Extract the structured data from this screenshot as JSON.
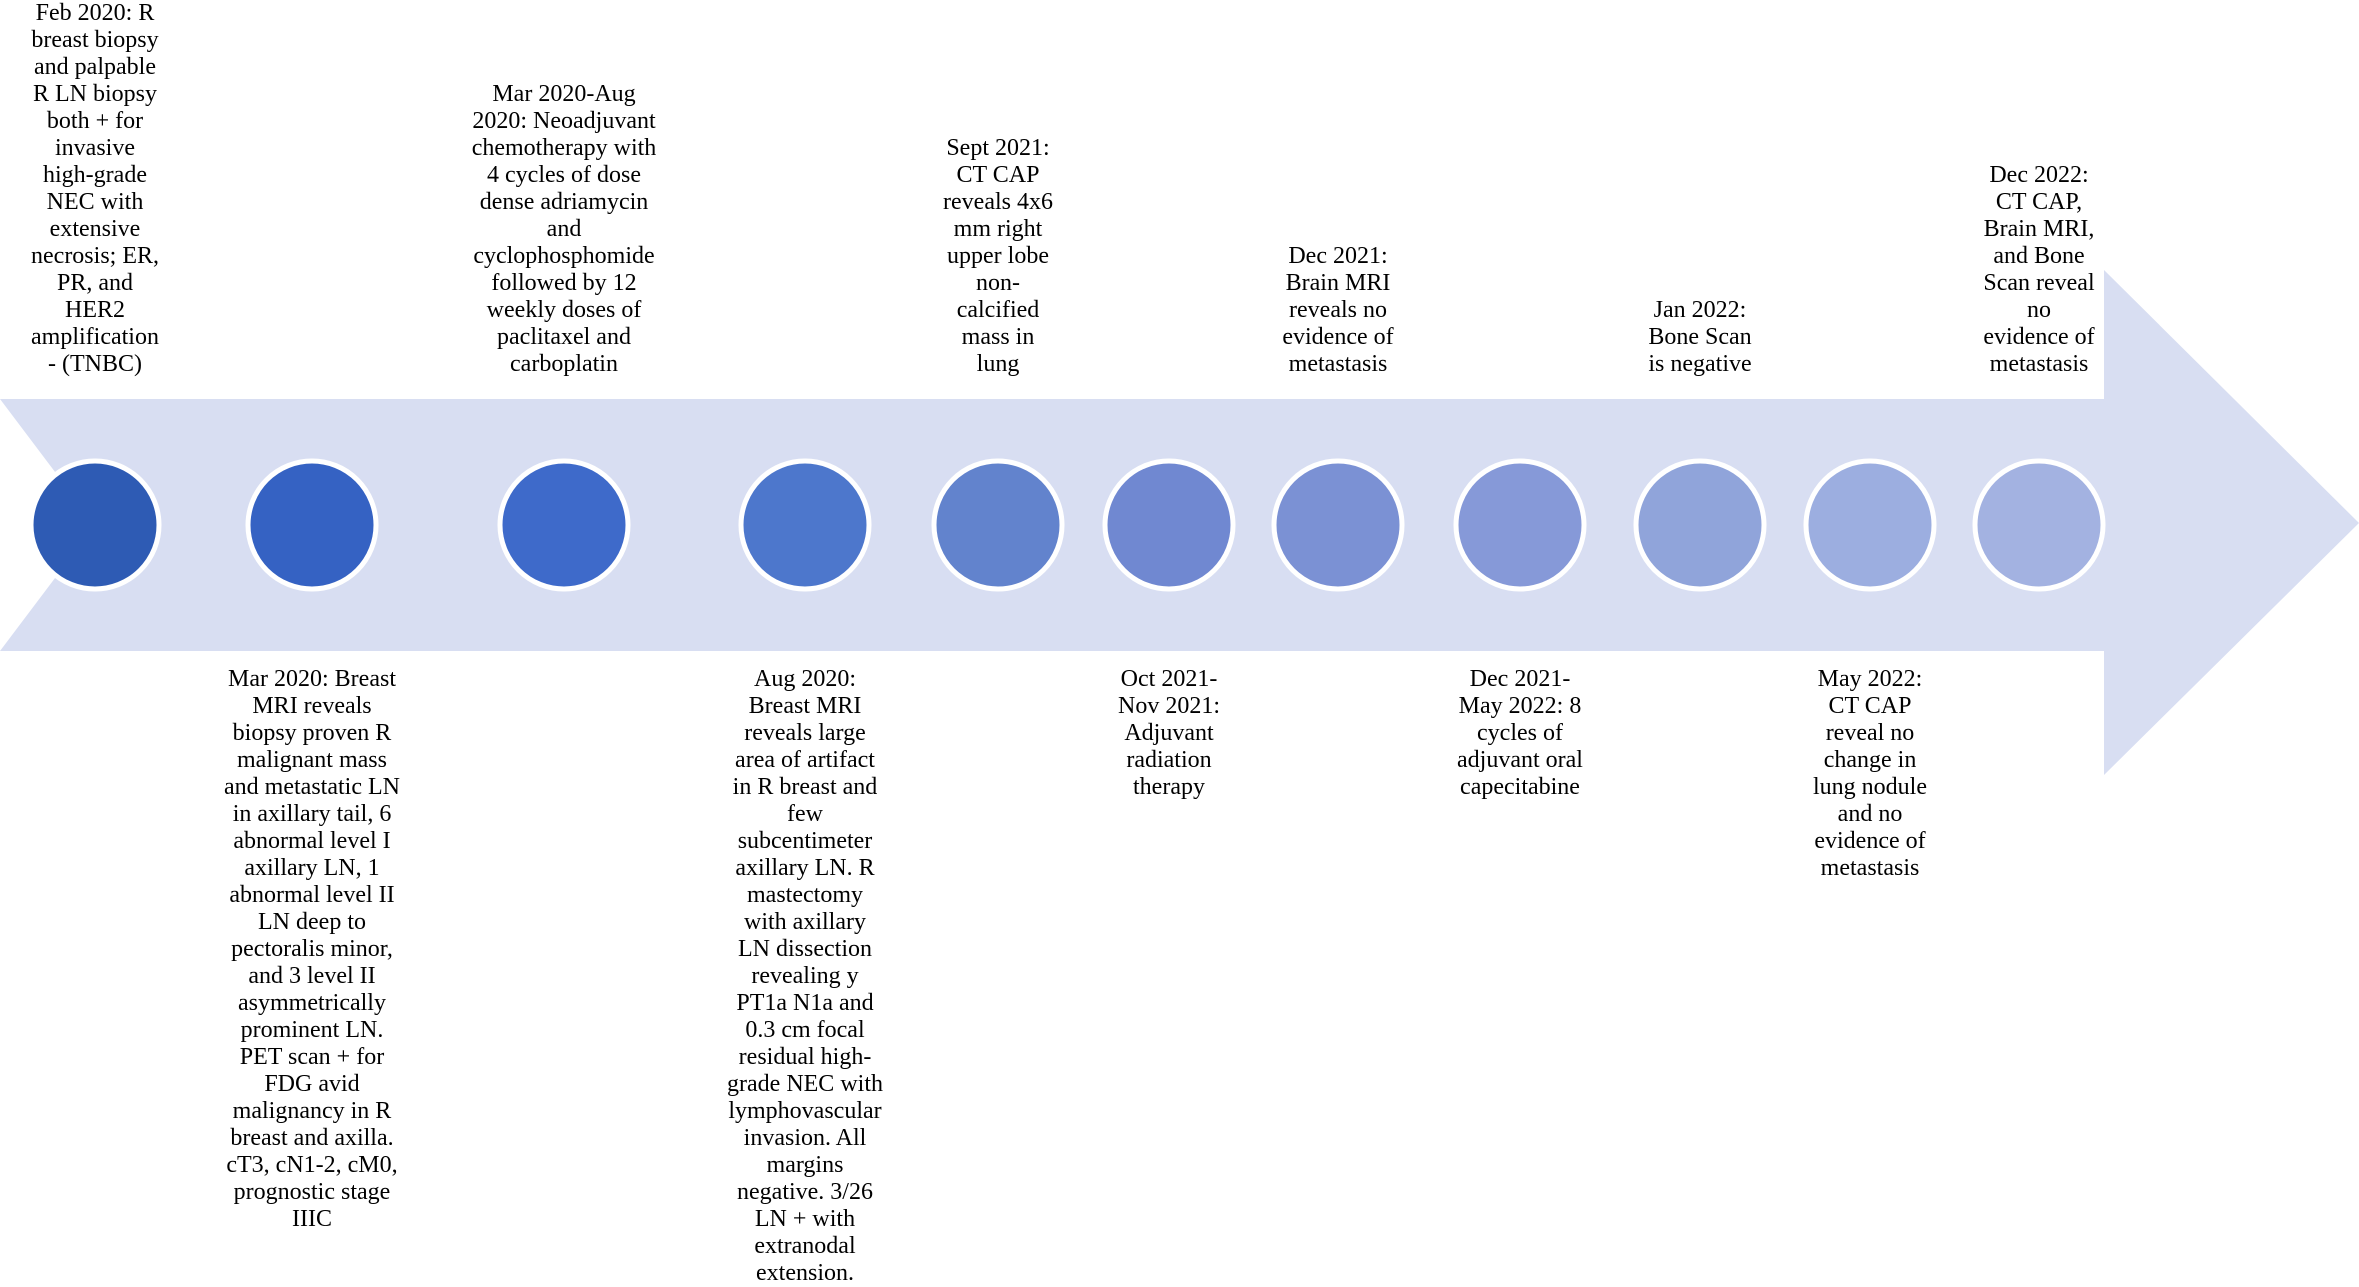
{
  "colors": {
    "arrow_fill": "#D8DEF2",
    "circle_border": "#FFFFFF",
    "circle_fills": [
      "#2E5BB4",
      "#3562C3",
      "#3E6ACA",
      "#4D77CC",
      "#6283CD",
      "#7088D1",
      "#7B91D4",
      "#8699D8",
      "#90A4DA",
      "#9CAEE0",
      "#A3B2E1"
    ],
    "text": "#000000"
  },
  "events": [
    {
      "position": "above",
      "text": "Feb 2020: R\nbreast biopsy\nand palpable\nR LN biopsy\nboth + for\ninvasive\nhigh-grade\nNEC with\nextensive\nnecrosis; ER,\nPR, and\nHER2\namplification\n- (TNBC)"
    },
    {
      "position": "below",
      "text": "Mar 2020: Breast\nMRI reveals\nbiopsy proven R\nmalignant mass\nand metastatic LN\nin axillary tail, 6\nabnormal level I\naxillary LN, 1\nabnormal level II\nLN deep to\npectoralis minor,\nand 3 level II\nasymmetrically\nprominent LN.\nPET scan + for\nFDG avid\nmalignancy in R\nbreast and axilla.\ncT3, cN1-2, cM0,\nprognostic stage\nIIIC"
    },
    {
      "position": "above",
      "text": "Mar 2020-Aug\n2020: Neoadjuvant\nchemotherapy with\n4 cycles of dose\ndense adriamycin\nand\ncyclophosphomide\nfollowed by 12\nweekly doses of\npaclitaxel and\ncarboplatin"
    },
    {
      "position": "below",
      "text": "Aug 2020:\nBreast MRI\nreveals large\narea of artifact\nin R breast and\nfew\nsubcentimeter\naxillary LN. R\nmastectomy\nwith axillary\nLN dissection\nrevealing y\nPT1a N1a and\n0.3 cm focal\nresidual high-\ngrade NEC with\nlymphovascular\ninvasion. All\nmargins\nnegative. 3/26\nLN + with\nextranodal\nextension."
    },
    {
      "position": "above",
      "text": "Sept 2021:\nCT CAP\nreveals 4x6\nmm right\nupper lobe\nnon-\ncalcified\nmass in\nlung"
    },
    {
      "position": "below",
      "text": "Oct 2021-\nNov 2021:\nAdjuvant\nradiation\ntherapy"
    },
    {
      "position": "above",
      "text": "Dec 2021:\nBrain MRI\nreveals no\nevidence of\nmetastasis"
    },
    {
      "position": "below",
      "text": "Dec 2021-\nMay 2022: 8\ncycles of\nadjuvant oral\ncapecitabine"
    },
    {
      "position": "above",
      "text": "Jan 2022:\nBone Scan\nis negative"
    },
    {
      "position": "below",
      "text": "May 2022:\nCT CAP\nreveal no\nchange in\nlung nodule\nand no\nevidence of\nmetastasis"
    },
    {
      "position": "above",
      "text": "Dec 2022:\nCT CAP,\nBrain MRI,\nand Bone\nScan reveal\nno\nevidence of\nmetastasis"
    }
  ]
}
